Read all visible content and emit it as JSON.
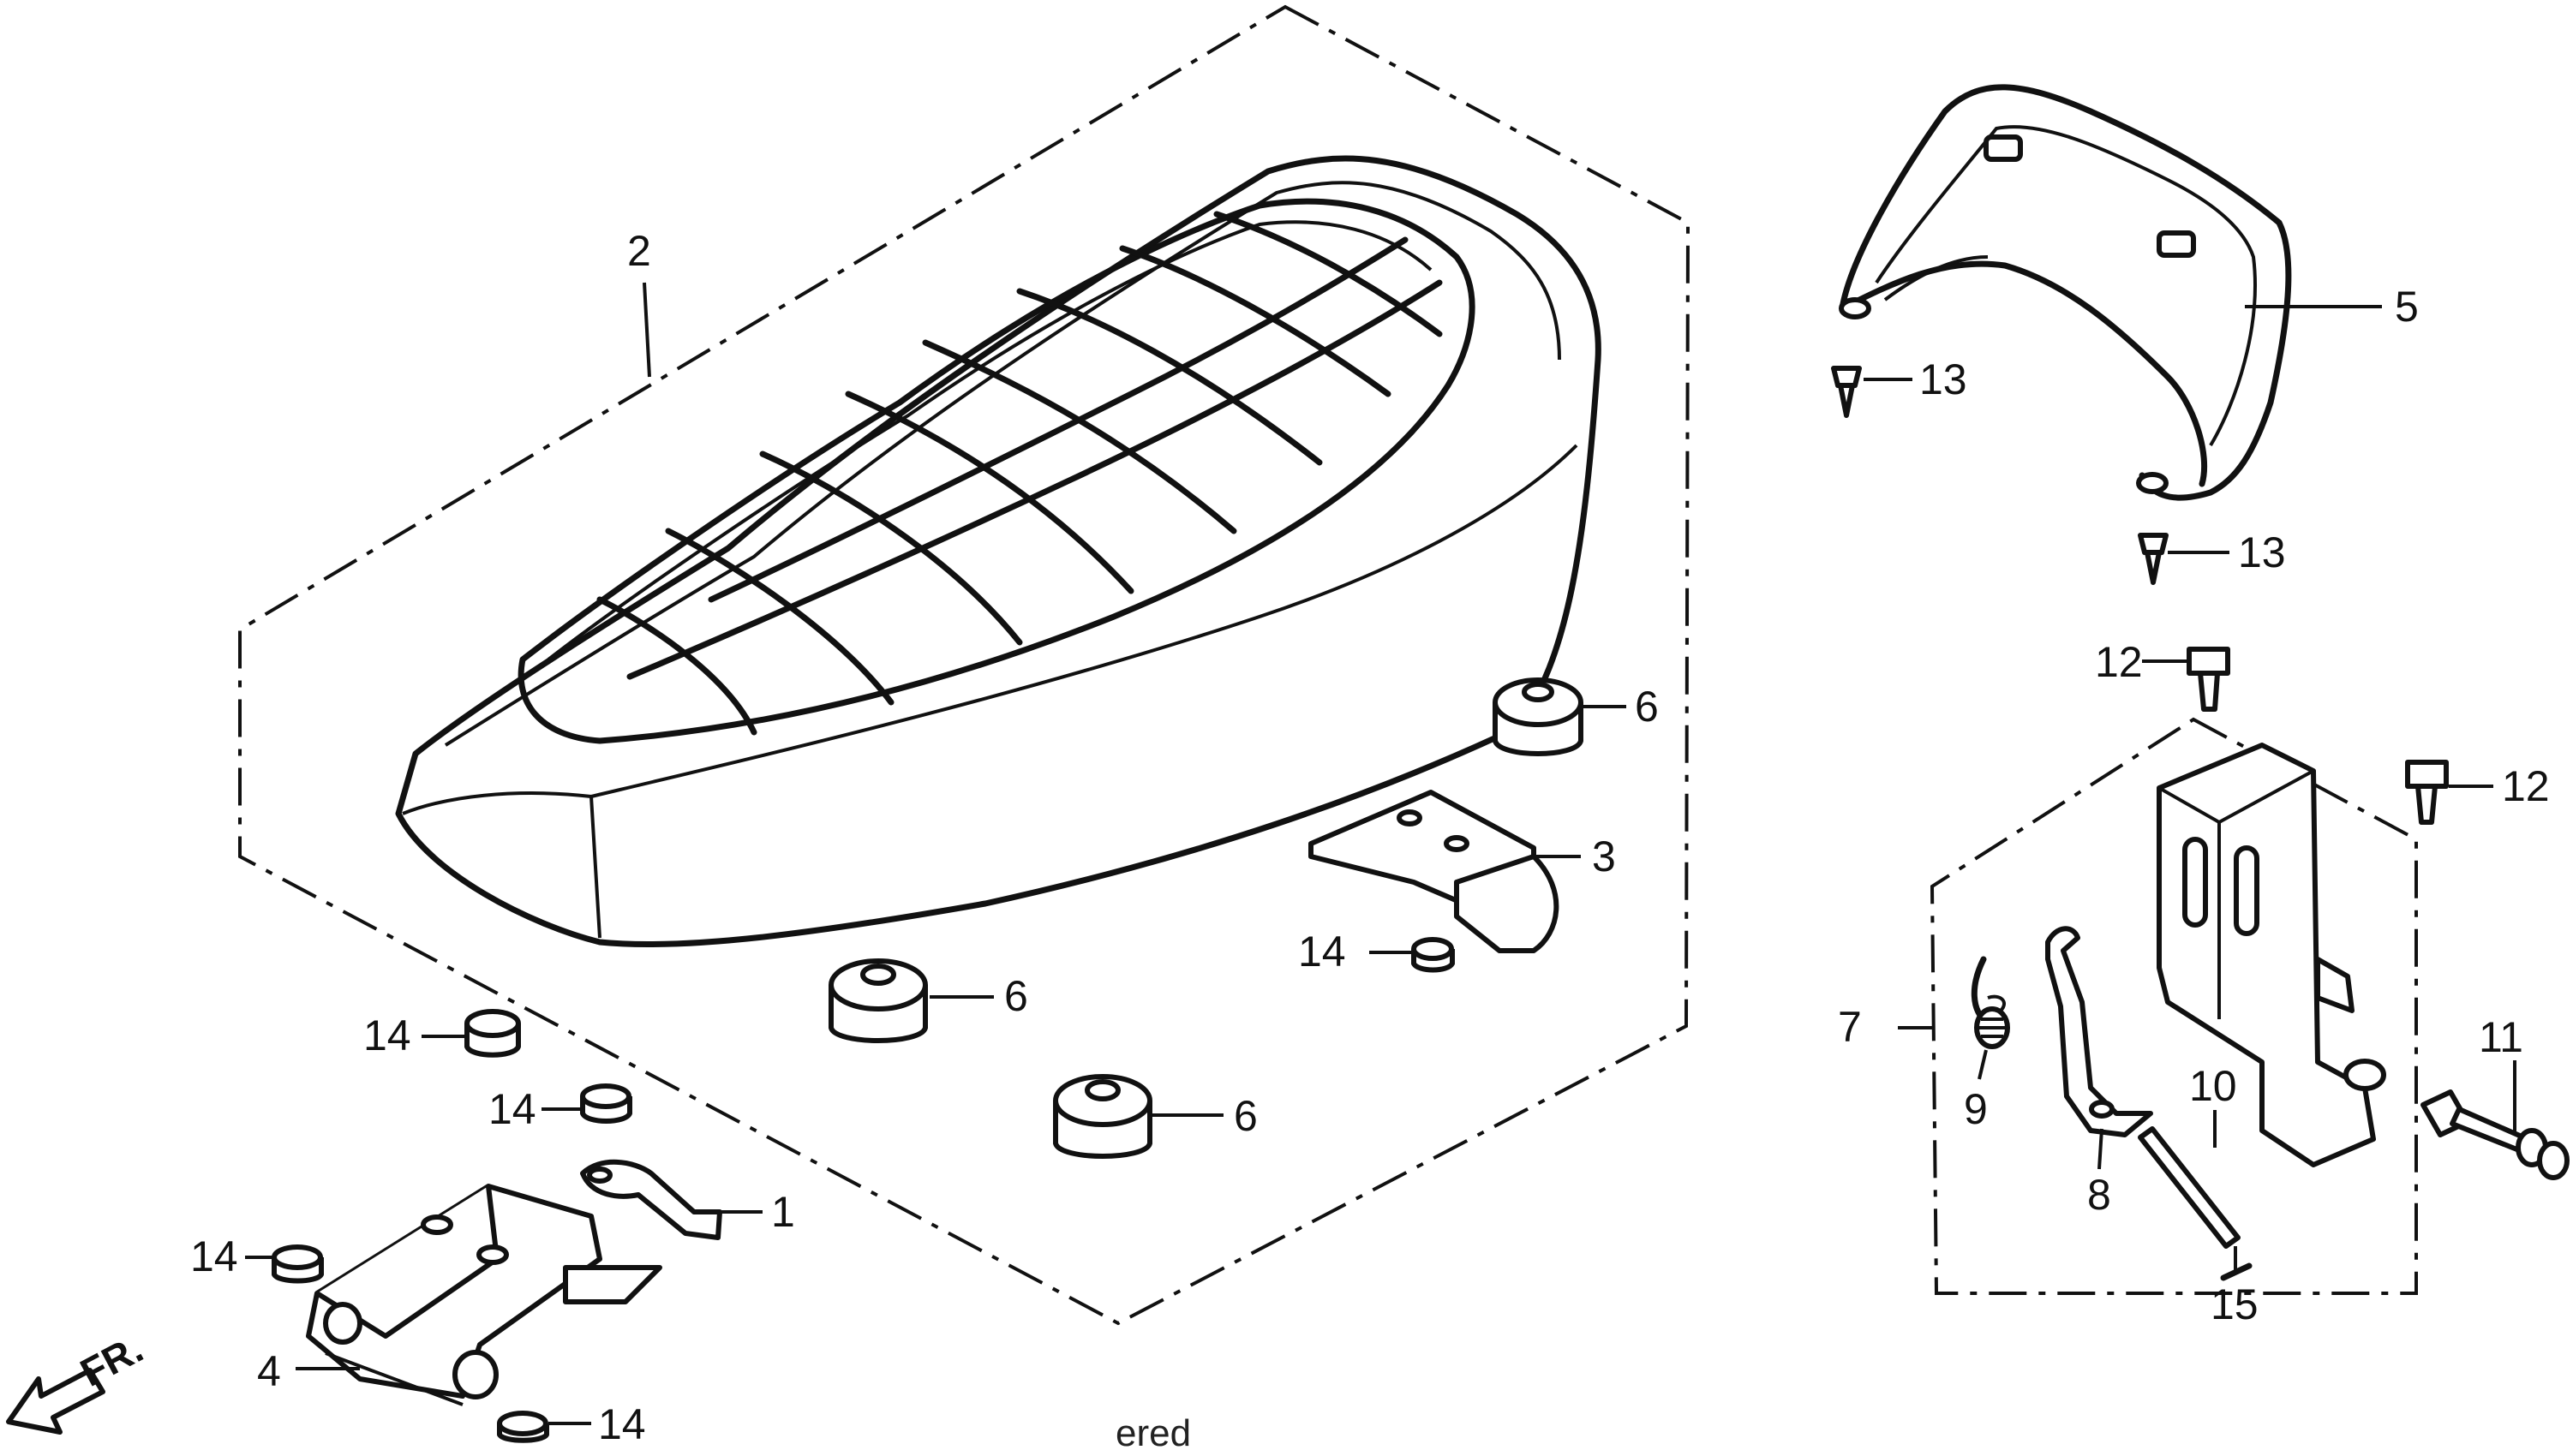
{
  "callouts": {
    "p1": "1",
    "p2": "2",
    "p3": "3",
    "p4": "4",
    "p5": "5",
    "p6a": "6",
    "p6b": "6",
    "p6c": "6",
    "p7": "7",
    "p8": "8",
    "p9": "9",
    "p10": "10",
    "p11": "11",
    "p12a": "12",
    "p12b": "12",
    "p13a": "13",
    "p13b": "13",
    "p14a": "14",
    "p14b": "14",
    "p14c": "14",
    "p14d": "14",
    "p14e": "14",
    "p15": "15"
  },
  "direction": {
    "label": "FR."
  },
  "footer": {
    "text": "ered"
  }
}
